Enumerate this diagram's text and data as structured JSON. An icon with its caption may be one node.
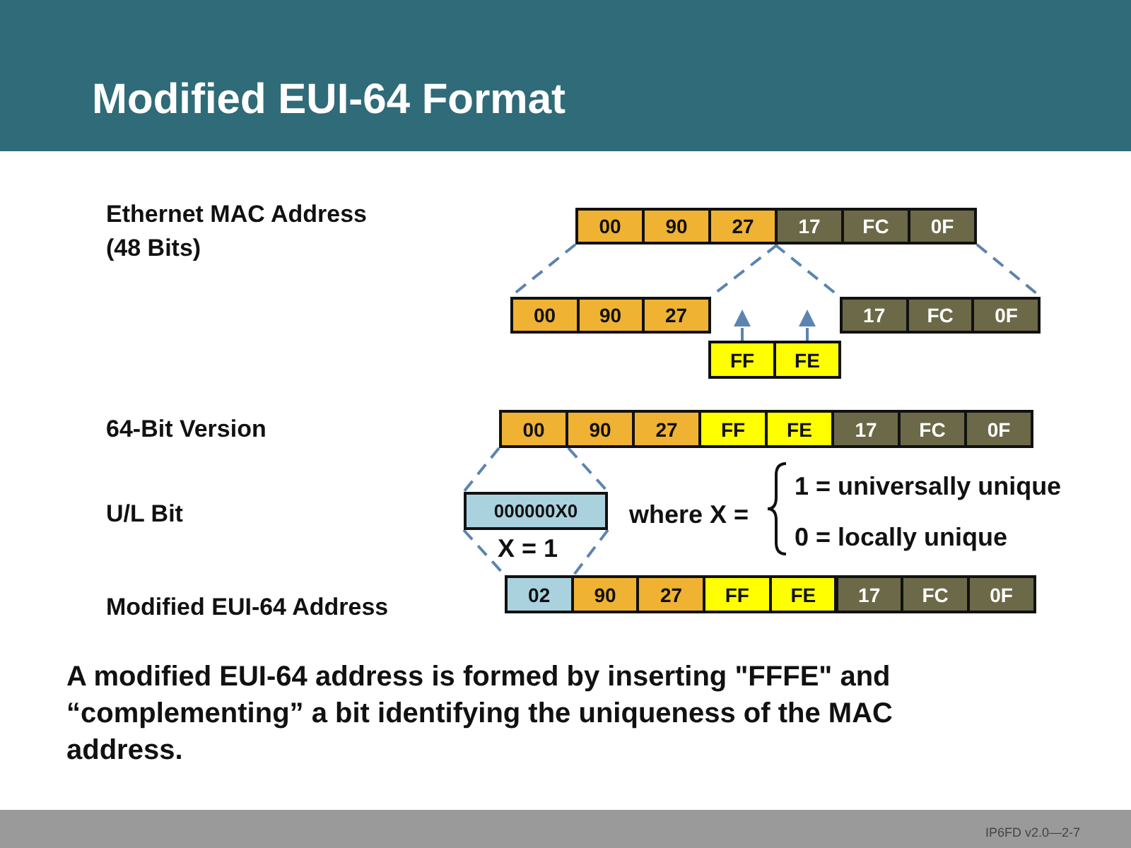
{
  "diagram": {
    "title": "Modified EUI-64 Format",
    "nodes": [
      {
        "text": [
          "00"
        ]
      },
      {
        "text": [
          "90"
        ]
      },
      {
        "text": [
          "27"
        ]
      },
      {
        "text": [
          "17"
        ]
      },
      {
        "text": [
          "FC"
        ]
      },
      {
        "text": [
          "0F"
        ]
      },
      {
        "text": [
          "00"
        ]
      },
      {
        "text": [
          "90"
        ]
      },
      {
        "text": [
          "27"
        ]
      },
      {
        "text": [
          "17"
        ]
      },
      {
        "text": [
          "FC"
        ]
      },
      {
        "text": [
          "0F"
        ]
      },
      {
        "text": [
          "FF"
        ]
      },
      {
        "text": [
          "FE"
        ]
      },
      {
        "text": [
          "00"
        ]
      },
      {
        "text": [
          "90"
        ]
      },
      {
        "text": [
          "27"
        ]
      },
      {
        "text": [
          "FF"
        ]
      },
      {
        "text": [
          "FE"
        ]
      },
      {
        "text": [
          "17"
        ]
      },
      {
        "text": [
          "FC"
        ]
      },
      {
        "text": [
          "0F"
        ]
      },
      {
        "text": [
          "000000X0"
        ]
      },
      {
        "text": [
          "02"
        ]
      },
      {
        "text": [
          "90"
        ]
      },
      {
        "text": [
          "27"
        ]
      },
      {
        "text": [
          "FF"
        ]
      },
      {
        "text": [
          "FE"
        ]
      },
      {
        "text": [
          "17"
        ]
      },
      {
        "text": [
          "FC"
        ]
      },
      {
        "text": [
          "0F"
        ]
      }
    ],
    "edges": [
      {
        "from": 0,
        "to": 6,
        "arrow": "none",
        "style": "dashed"
      },
      {
        "from": 2,
        "to": 8,
        "arrow": "none",
        "style": "dashed"
      },
      {
        "from": 3,
        "to": 9,
        "arrow": "none",
        "style": "dashed"
      },
      {
        "from": 5,
        "to": 11,
        "arrow": "none",
        "style": "dashed"
      },
      {
        "from": 12,
        "to": null,
        "arrow": "to",
        "style": "dashed"
      },
      {
        "from": 13,
        "to": null,
        "arrow": "to",
        "style": "dashed"
      },
      {
        "from": 14,
        "to": 22,
        "arrow": "none",
        "style": "dashed"
      },
      {
        "from": 14,
        "to": 22,
        "arrow": "none",
        "style": "dashed"
      },
      {
        "from": 22,
        "to": 23,
        "arrow": "none",
        "style": "dashed"
      },
      {
        "from": 22,
        "to": 23,
        "arrow": "none",
        "style": "dashed"
      }
    ],
    "labels": [
      "Ethernet MAC Address (48 Bits)",
      "64-Bit Version",
      "U/L Bit",
      "where X =",
      "1 = universally unique",
      "0 = locally unique",
      "X = 1",
      "Modified EUI-64 Address",
      "A modified EUI-64 address is formed by inserting \"FFFE\" and “complementing” a bit identifying the uniqueness of the MAC address.",
      "IP6FD v2.0—2-7"
    ]
  }
}
